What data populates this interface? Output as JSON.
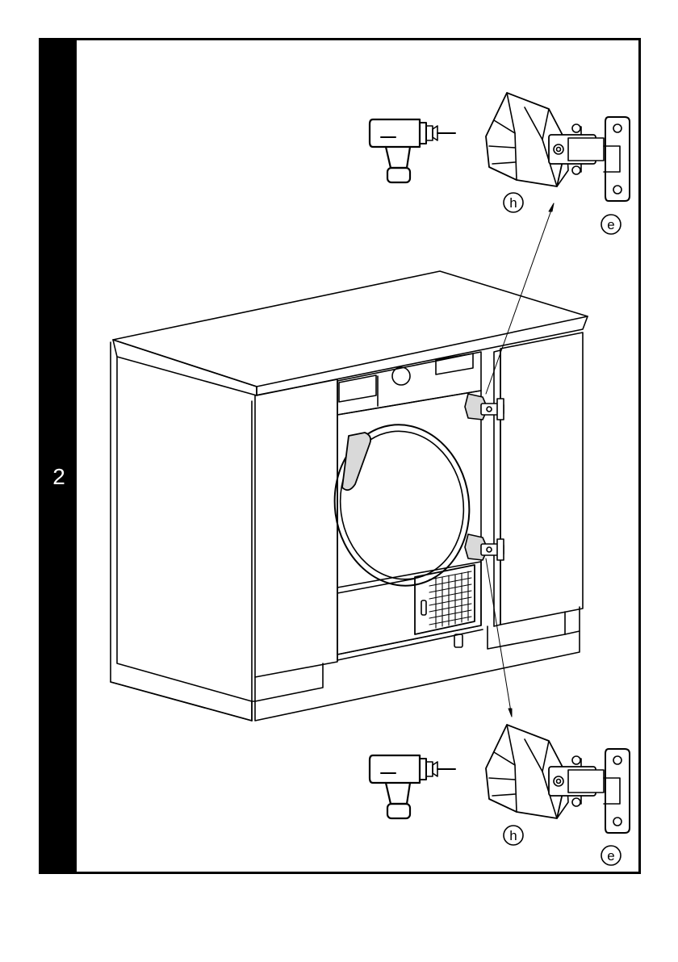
{
  "step": {
    "number": "2"
  },
  "labels": {
    "hinge_top": "h",
    "plate_top": "e",
    "hinge_bottom": "h",
    "plate_bottom": "e"
  },
  "colors": {
    "ink": "#000000",
    "paper": "#ffffff",
    "shade": "#d9d9d9",
    "dark_shade": "#8c8c8c"
  },
  "icons": [
    "drill-icon",
    "hinge-icon",
    "mounting-plate-icon",
    "tumble-dryer",
    "cabinet"
  ]
}
